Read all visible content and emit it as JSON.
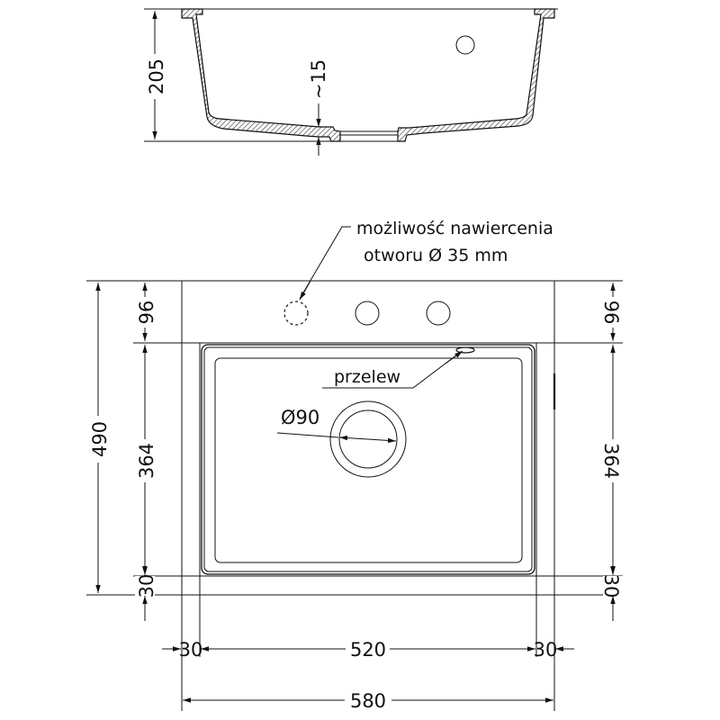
{
  "drawing": {
    "title": "Sink technical drawing",
    "colors": {
      "line": "#111111",
      "background": "#ffffff",
      "hatch": "#333333"
    }
  },
  "section_view": {
    "height_dim": "205",
    "bottom_thickness_dim": "~15"
  },
  "plan_view": {
    "annotations": {
      "drill_note_line1": "możliwość nawiercenia",
      "drill_note_line2": "otworu Ø 35 mm",
      "overflow_label": "przelew",
      "drain_diameter": "Ø90"
    },
    "left_dims": {
      "total": "490",
      "top_deck": "96",
      "bowl": "364",
      "bottom_rim": "30"
    },
    "right_dims": {
      "top_deck": "96",
      "bowl": "364",
      "bottom_rim": "30"
    },
    "bottom_dims": {
      "left_rim": "30",
      "bowl_width": "520",
      "right_rim": "30",
      "total_width": "580"
    }
  }
}
